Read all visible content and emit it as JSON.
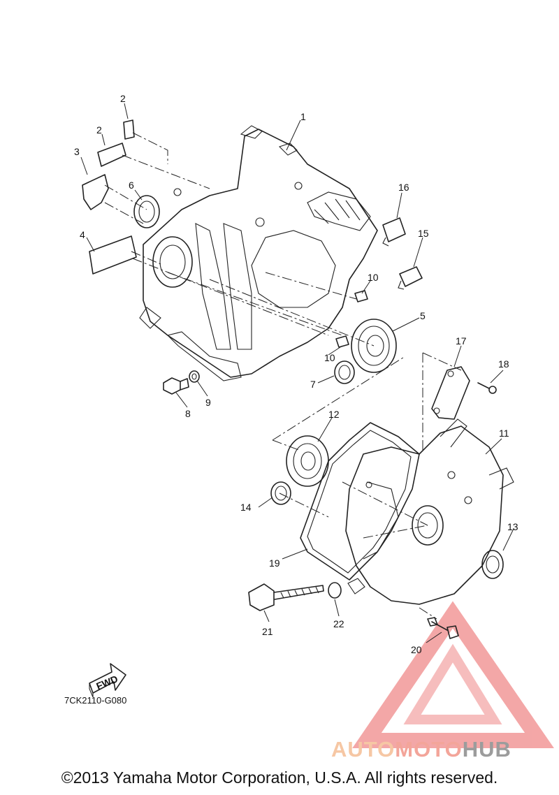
{
  "diagram": {
    "code": "7CK2110-G080",
    "copyright": "©2013 Yamaha Motor Corporation, U.S.A. All rights reserved.",
    "fwd_label": "FWD",
    "callouts": [
      "1",
      "2",
      "2",
      "3",
      "4",
      "5",
      "6",
      "7",
      "8",
      "9",
      "10",
      "10",
      "11",
      "12",
      "13",
      "14",
      "15",
      "16",
      "17",
      "18",
      "19",
      "20",
      "21",
      "22"
    ]
  },
  "watermark": {
    "part1": "AUTO",
    "part2": "MOTO",
    "part3": "HUB",
    "colors": {
      "auto": "#f6c7a4",
      "moto": "#f3a59a",
      "hub": "#9c9c9c",
      "triangle": "#f08a8a"
    }
  }
}
